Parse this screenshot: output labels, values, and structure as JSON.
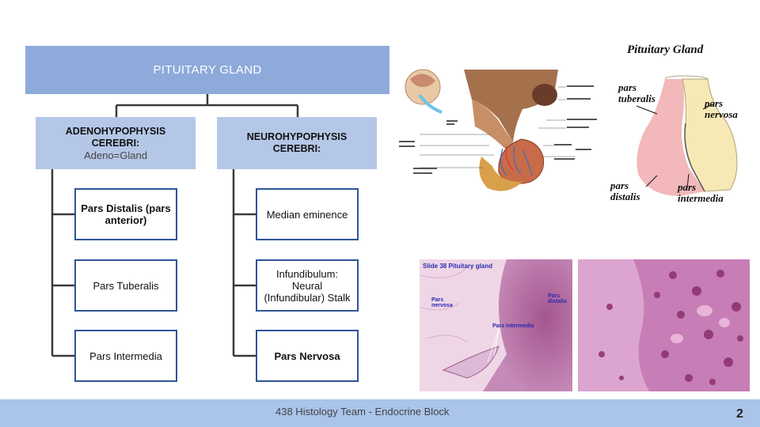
{
  "chart_title": "PITUITARY GLAND",
  "adeno": {
    "line1": "ADENOHYPOPHYSIS",
    "line2": "CEREBRI:",
    "line3": "Adeno=Gland",
    "children": [
      "Pars Distalis (pars anterior)",
      "Pars Tuberalis",
      "Pars Intermedia"
    ]
  },
  "neuro": {
    "line1": "NEUROHYPOPHYSIS",
    "line2": "CEREBRI:",
    "children": [
      "Median eminence",
      "Infundibulum: Neural (Infundibular) Stalk",
      "Pars Nervosa"
    ]
  },
  "diagram_right": {
    "title": "Pituitary Gland",
    "labels": {
      "tuberalis": "pars tuberalis",
      "nervosa": "pars nervosa",
      "distalis": "pars distalis",
      "intermedia": "pars intermedia"
    }
  },
  "histology": {
    "slide_title": "Slide 38 Pituitary gland",
    "label_nervosa": "Pars nervosa",
    "label_distalis": "Pars distalis",
    "label_intermedia": "Pars intermedia"
  },
  "footer": {
    "text": "438 Histology Team - Endocrine Block",
    "page": "2"
  },
  "colors": {
    "title_bg": "#8eaadb",
    "level1_bg": "#b4c7e7",
    "node_border": "#2f5597",
    "footer_bg": "#aac4ea"
  }
}
